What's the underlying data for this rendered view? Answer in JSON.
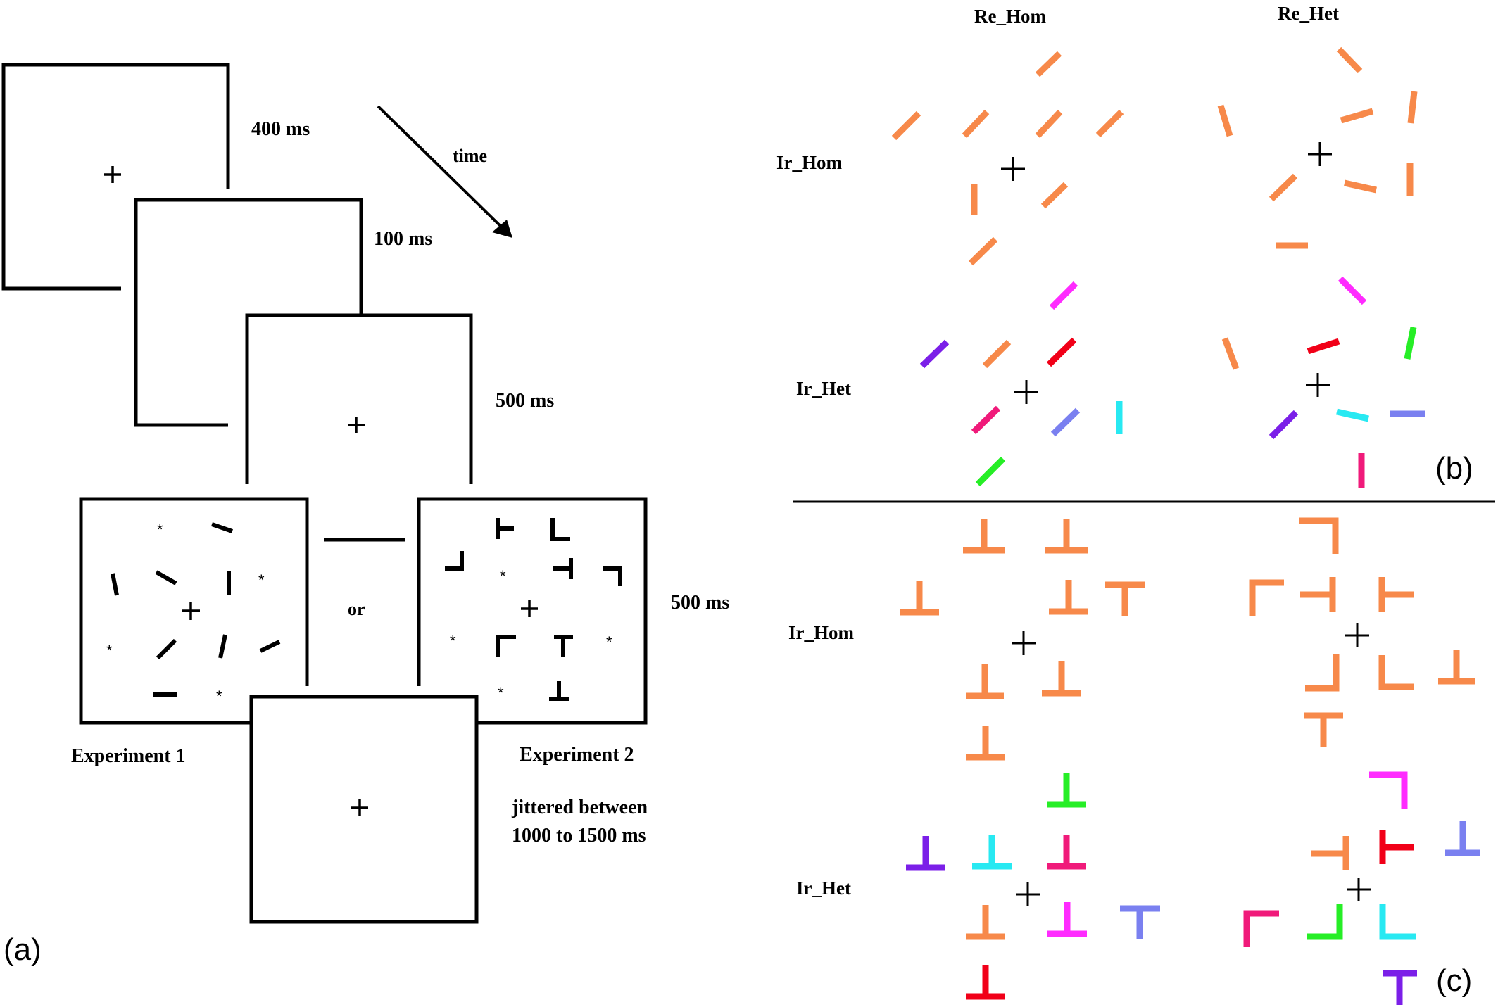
{
  "panel_a": {
    "label": "(a)",
    "durations": [
      "400 ms",
      "100 ms",
      "500 ms",
      "500 ms"
    ],
    "time_label": "time",
    "or_label": "or",
    "experiment1": "Experiment 1",
    "experiment2": "Experiment 2",
    "jitter_line1": "jittered between",
    "jitter_line2": "1000 to 1500 ms",
    "fixation": "+",
    "asterisk": "*"
  },
  "panel_b": {
    "label": "(b)",
    "col_re_hom": "Re_Hom",
    "col_re_het": "Re_Het",
    "row_ir_hom": "Ir_Hom",
    "row_ir_het": "Ir_Het"
  },
  "panel_c": {
    "label": "(c)",
    "row_ir_hom": "Ir_Hom",
    "row_ir_het": "Ir_Het"
  },
  "colors": {
    "orange": "#f7894a",
    "magenta": "#ff2bff",
    "purple": "#7b1fe8",
    "red": "#f10018",
    "green": "#26ee26",
    "cyan": "#28e9f2",
    "pink": "#f01a7a",
    "lavender": "#7a80f0"
  }
}
